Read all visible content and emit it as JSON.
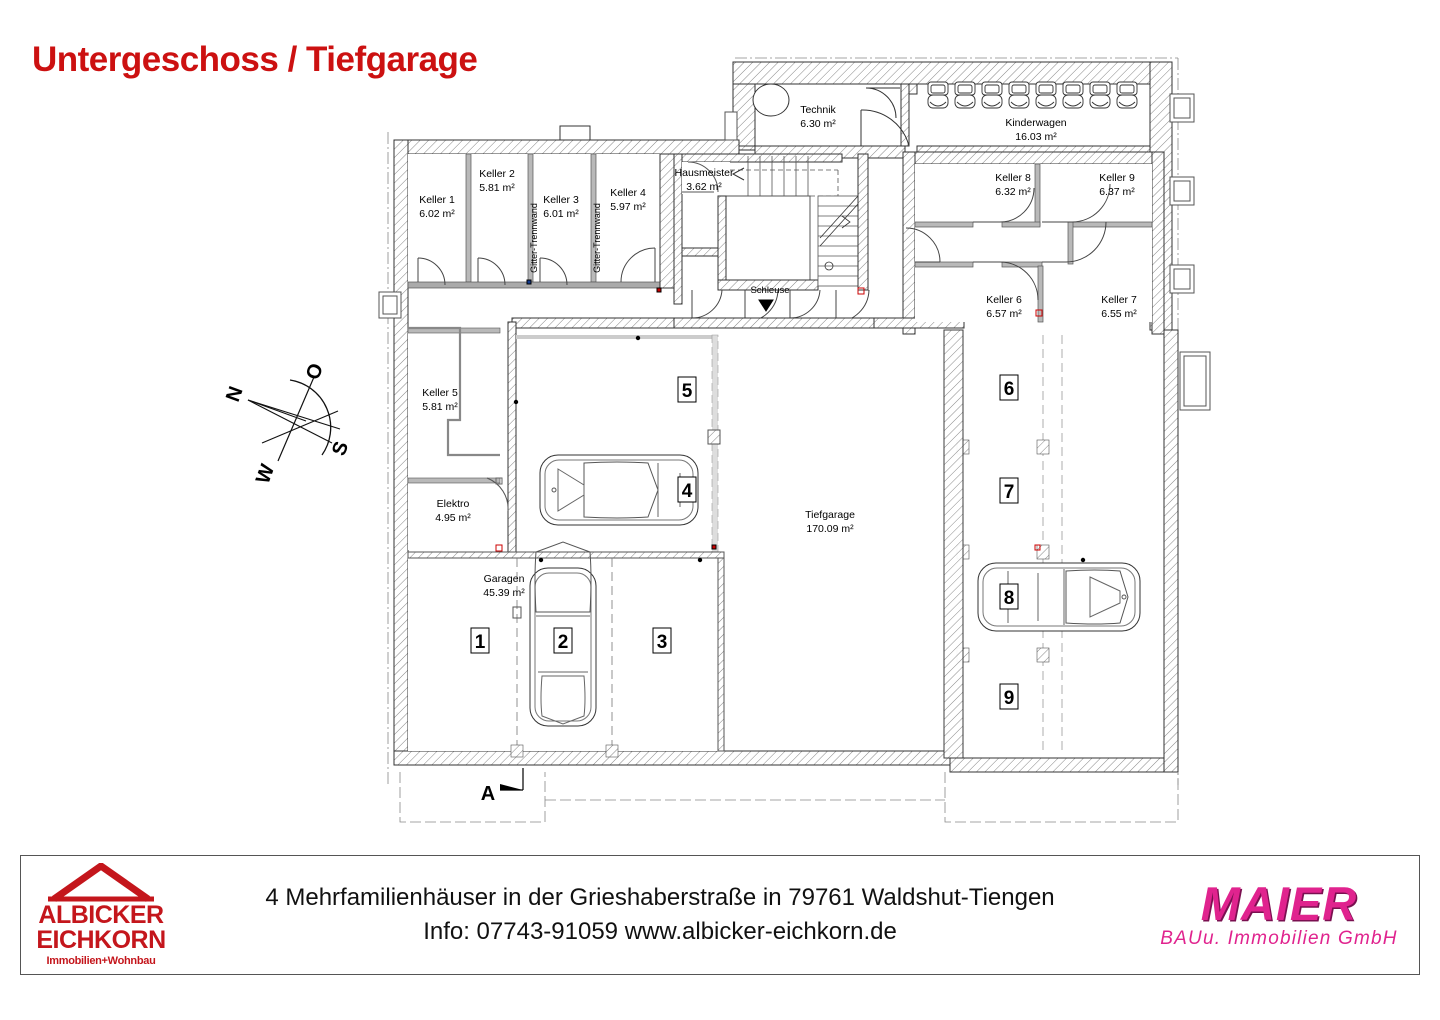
{
  "title": "Untergeschoss / Tiefgarage",
  "accent_color": "#cc1111",
  "rooms": [
    {
      "name": "Keller 1",
      "area": "6.02 m²"
    },
    {
      "name": "Keller 2",
      "area": "5.81 m²"
    },
    {
      "name": "Keller 3",
      "area": "6.01 m²"
    },
    {
      "name": "Keller 4",
      "area": "5.97 m²"
    },
    {
      "name": "Keller 5",
      "area": "5.81 m²"
    },
    {
      "name": "Keller 6",
      "area": "6.57 m²"
    },
    {
      "name": "Keller 7",
      "area": "6.55 m²"
    },
    {
      "name": "Keller 8",
      "area": "6.32 m²"
    },
    {
      "name": "Keller 9",
      "area": "6.37 m²"
    },
    {
      "name": "Technik",
      "area": "6.30 m²"
    },
    {
      "name": "Kinderwagen",
      "area": "16.03 m²"
    },
    {
      "name": "Hausmeister",
      "area": "3.62 m²"
    },
    {
      "name": "Elektro",
      "area": "4.95 m²"
    },
    {
      "name": "Tiefgarage",
      "area": "170.09 m²"
    },
    {
      "name": "Garagen",
      "area": "45.39 m²"
    }
  ],
  "schleuse_label": "Schleuse",
  "partition_label": "Gitter-Trennwand",
  "parking_numbers": [
    "1",
    "2",
    "3",
    "4",
    "5",
    "6",
    "7",
    "8",
    "9"
  ],
  "section_marker": "A",
  "compass": {
    "north": "N",
    "east": "O",
    "south": "S",
    "west": "W"
  },
  "footer": {
    "logo_left": {
      "line1": "ALBICKER",
      "line2": "EICHKORN",
      "tagline": "Immobilien+Wohnbau",
      "color": "#c4161c"
    },
    "text_line1": "4 Mehrfamilienhäuser in der Grieshaberstraße in 79761 Waldshut-Tiengen",
    "text_line2": "Info: 07743-91059   www.albicker-eichkorn.de",
    "logo_right": {
      "name": "MAIER",
      "tagline": "BAUu. Immobilien GmbH",
      "color": "#e0238e"
    }
  }
}
